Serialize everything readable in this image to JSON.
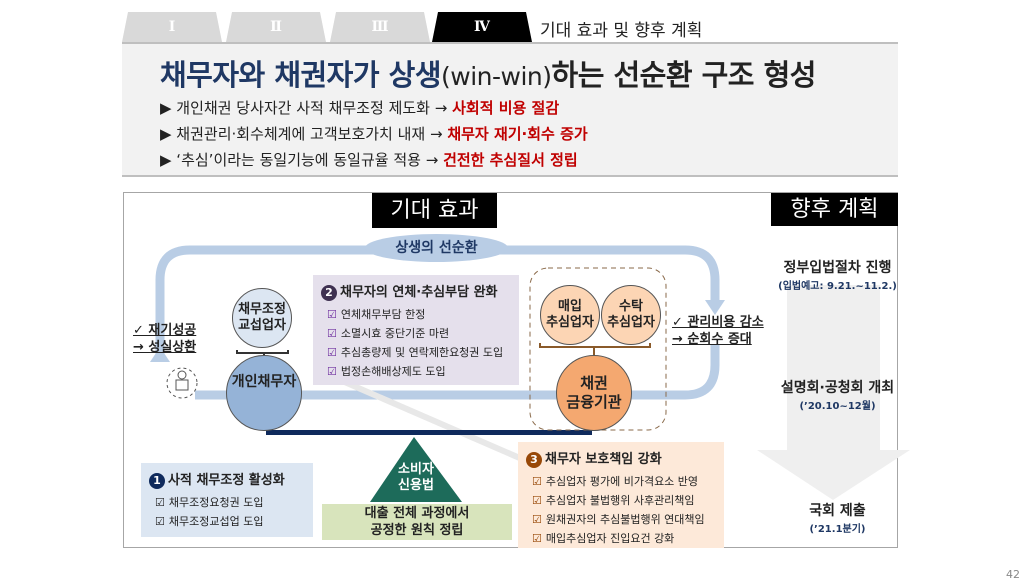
{
  "tabs": [
    "Ⅰ",
    "Ⅱ",
    "Ⅲ",
    "Ⅳ"
  ],
  "section_title": "기대 효과 및 향후 계획",
  "headline": {
    "part1": "채무자와 채권자가 상생",
    "part2": "(win-win)",
    "part3": "하는 선순환 구조 형성"
  },
  "bullets": [
    {
      "text": "▶ 개인채권 당사자간 사적 채무조정 제도화 → ",
      "result": "사회적 비용 절감"
    },
    {
      "text": "▶ 채권관리·회수체계에 고객보호가치 내재 → ",
      "result": "채무자 재기·회수 증가"
    },
    {
      "text": "▶ ‘추심’이라는 동일기능에 동일규율 적용 → ",
      "result": "건전한 추심질서 정립"
    }
  ],
  "effects": {
    "label": "기대 효과",
    "cycle": "상생의 선순환",
    "left_note": [
      "✓ 재기성공",
      "→ 성실상환"
    ],
    "right_note": [
      "✓ 관리비용 감소",
      "→ 순회수 증대"
    ],
    "negotiator": "채무조정\n교섭업자",
    "debtor": "개인채무자",
    "buyer": "매입\n추심업자",
    "trustee": "수탁\n추심업자",
    "creditor": "채권\n금융기관",
    "law": "소비자\n신용법",
    "law_caption": "대출 전체 과정에서\n공정한 원칙 정립",
    "box1": {
      "num": "1",
      "title": "사적 채무조정 활성화",
      "items": [
        "채무조정요청권 도입",
        "채무조정교섭업 도입"
      ]
    },
    "box2": {
      "num": "2",
      "title": "채무자의 연체·추심부담 완화",
      "items": [
        "연체채무부담 한정",
        "소멸시효 중단기준 마련",
        "추심총량제 및 연락제한요청권 도입",
        "법정손해배상제도 도입"
      ]
    },
    "box3": {
      "num": "3",
      "title": "채무자 보호책임 강화",
      "items": [
        "추심업자 평가에 비가격요소 반영",
        "추심업자 불법행위 사후관리책임",
        "원채권자의 추심불법행위 연대책임",
        "매입추심업자 진입요건 강화"
      ]
    }
  },
  "plan": {
    "label": "향후 계획",
    "steps": [
      {
        "title": "정부입법절차 진행",
        "sub": "(입법예고: 9.21.~11.2.)"
      },
      {
        "title": "설명회·공청회 개최",
        "sub": "(’20.10~12월)"
      },
      {
        "title": "국회 제출",
        "sub": "(’21.1분기)"
      }
    ]
  },
  "page_number": "42"
}
